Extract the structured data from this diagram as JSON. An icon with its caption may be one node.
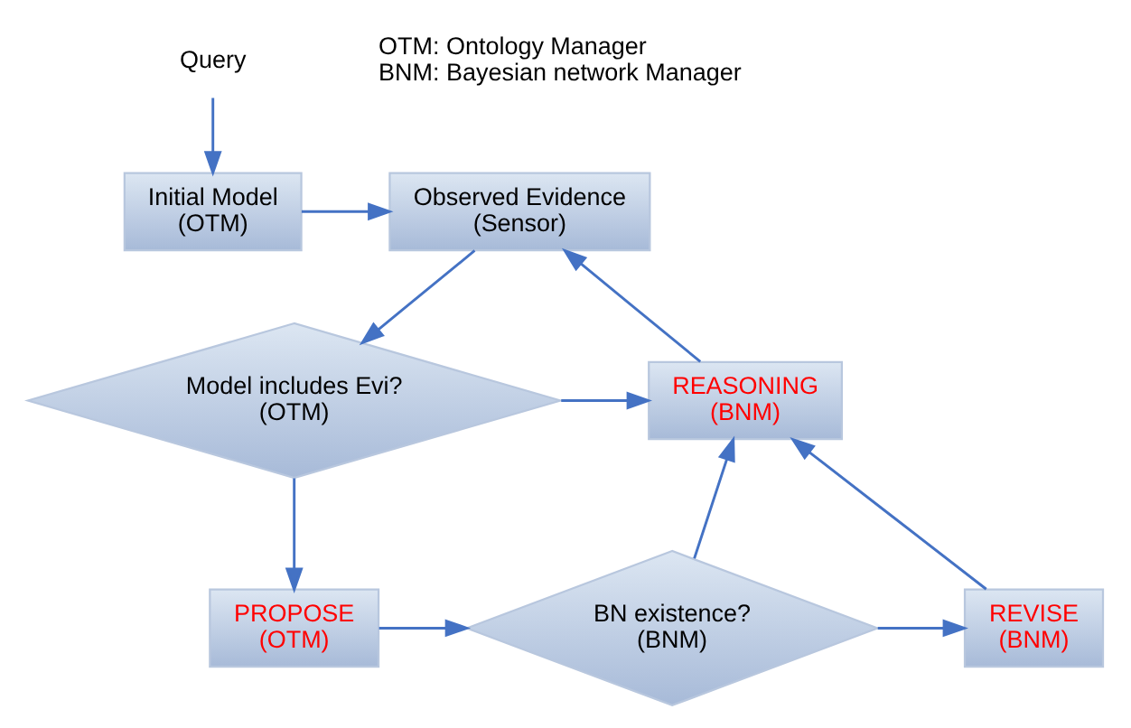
{
  "diagram": {
    "nodes": [
      {
        "text": [
          "Query"
        ]
      },
      {
        "text": [
          "Initial Model",
          "(OTM)"
        ]
      },
      {
        "text": [
          "Observed Evidence",
          "(Sensor)"
        ]
      },
      {
        "text": [
          "Model includes Evi?",
          "(OTM)"
        ]
      },
      {
        "text": [
          "REASONING",
          "(BNM)"
        ]
      },
      {
        "text": [
          "PROPOSE",
          "(OTM)"
        ]
      },
      {
        "text": [
          "BN existence?",
          "(BNM)"
        ]
      },
      {
        "text": [
          "REVISE",
          "(BNM)"
        ]
      }
    ],
    "edges": [
      {
        "from": 0,
        "to": 1,
        "arrow": "to"
      },
      {
        "from": 1,
        "to": 2,
        "arrow": "to"
      },
      {
        "from": 2,
        "to": 3,
        "arrow": "to"
      },
      {
        "from": 3,
        "to": 4,
        "arrow": "to"
      },
      {
        "from": 3,
        "to": 5,
        "arrow": "to"
      },
      {
        "from": 5,
        "to": 6,
        "arrow": "to"
      },
      {
        "from": 6,
        "to": 4,
        "arrow": "to"
      },
      {
        "from": 6,
        "to": 7,
        "arrow": "to"
      },
      {
        "from": 7,
        "to": 4,
        "arrow": "to"
      },
      {
        "from": 4,
        "to": 2,
        "arrow": "to"
      }
    ],
    "labels": [
      "OTM: Ontology Manager",
      "BNM: Bayesian network Manager"
    ]
  }
}
